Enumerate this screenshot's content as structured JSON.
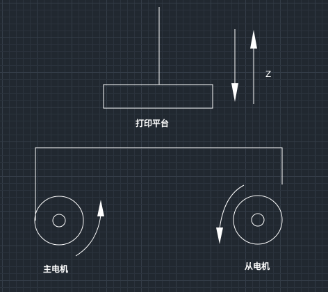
{
  "colors": {
    "background": "#212830",
    "grid_minor": "#2b333d",
    "grid_major": "#343d48",
    "stroke": "#ffffff"
  },
  "labels": {
    "print_platform": "打印平台",
    "z_axis": "Z",
    "main_motor": "主电机",
    "secondary_motor": "从电机"
  }
}
